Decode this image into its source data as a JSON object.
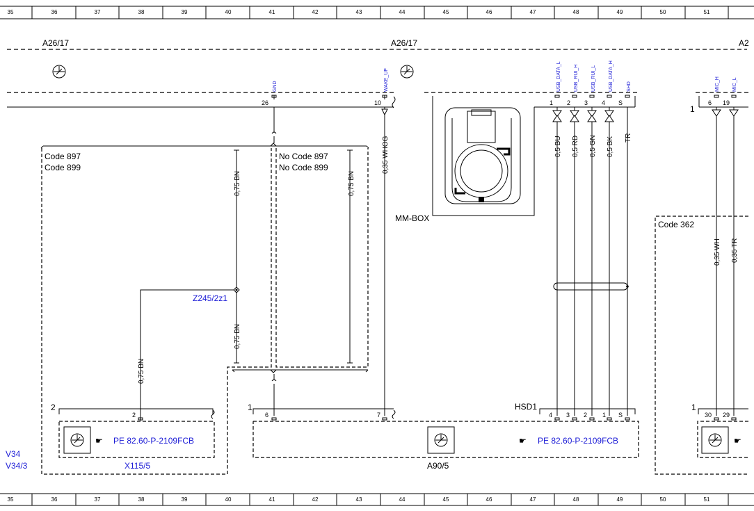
{
  "ruler": {
    "labels": [
      "35",
      "36",
      "37",
      "38",
      "39",
      "40",
      "41",
      "42",
      "43",
      "44",
      "45",
      "46",
      "47",
      "48",
      "49",
      "50",
      "51"
    ]
  },
  "components": {
    "a26_left": "A26/17",
    "a26_mid": "A26/17",
    "a26_right": "A2",
    "mm_box": "MM-BOX",
    "x115_5": "X115/5",
    "a90_5": "A90/5",
    "hsd1": "HSD1",
    "v34": "V34",
    "v34_3": "V34/3"
  },
  "codes": {
    "code897": "Code 897",
    "code899": "Code 899",
    "nocode897": "No Code 897",
    "nocode899": "No Code 899",
    "code362": "Code 362"
  },
  "signals": {
    "gnd": "GND",
    "wake_up": "WAKE_UP",
    "usb_data_l": "USB_DATA_L",
    "usb_rui_h": "USB_RUI_H",
    "usb_rui_l": "USB_RUI_L",
    "usb_data_h": "USB_DATA_H",
    "shd": "SHD",
    "mic_h": "MIC_H",
    "mic_l": "MIC_L"
  },
  "pins": {
    "p26": "26",
    "p10": "10",
    "p1": "1",
    "p2": "2",
    "p3": "3",
    "p4": "4",
    "pS": "S",
    "right_1": "1",
    "p6": "6",
    "p19": "19",
    "x115_2": "2",
    "x115_pin2": "2",
    "a90_1": "1",
    "a90_6": "6",
    "a90_7": "7",
    "hsd_4": "4",
    "hsd_3": "3",
    "hsd_2": "2",
    "hsd_1": "1",
    "hsd_S": "S",
    "r_1": "1",
    "r_30": "30",
    "r_29": "29"
  },
  "wires": {
    "bn1": "0,75 BN",
    "bn2": "0,75 BN",
    "bn3": "0,75 BN",
    "bn4": "0,75 BN",
    "whog": "0,35 WHOG",
    "bu": "0,5 BU",
    "rd": "0,5 RD",
    "gn": "0,5 GN",
    "bk": "0,5 BK",
    "tr": "TR",
    "wh035": "0,35 WH",
    "tr035": "0,35 TR"
  },
  "splice": "Z245/2z1",
  "refs": {
    "pe_left": "PE 82.60-P-2109FCB",
    "pe_right": "PE 82.60-P-2109FCB"
  },
  "icons": {
    "ground_symbol": "ground-symbol-icon",
    "pointing_hand": "pointing-hand-icon",
    "connector": "connector-icon"
  },
  "colors": {
    "link": "#1c1cd6",
    "line": "#000000"
  }
}
